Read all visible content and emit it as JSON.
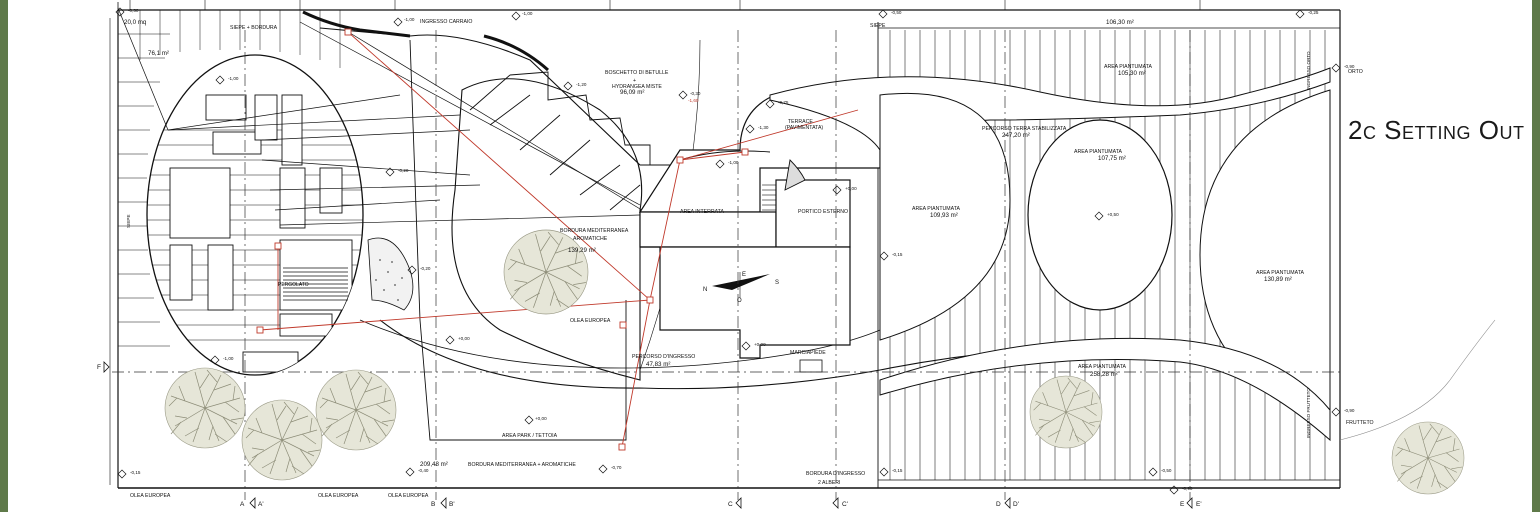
{
  "title": "2c Setting Out",
  "colors": {
    "frame": "#5f7a4a",
    "line": "#111111",
    "setout": "#c0392b",
    "tree": "#cfcfbc"
  },
  "labels": {
    "ingresso_carraio": "INGRESSO CARRAIO",
    "siepe_bordura": "SIEPE + BORDURA",
    "siepe_top": "SIEPE",
    "area_top_left": "76,1 m²",
    "corner_area": "20,0 mq",
    "boschetto_1": "BOSCHETTO DI BETULLE",
    "boschetto_2": "+",
    "boschetto_3": "HYDRANGEA MISTE",
    "boschetto_area": "96,09 m²",
    "terrace_1": "TERRACE",
    "terrace_2": "(PAVIMENTATA)",
    "area_interrata": "AREA INTERRATA",
    "portico": "PORTICO ESTERNO",
    "bordura_1": "BORDURA MEDITERRANEA",
    "bordura_2": "AROMATICHE",
    "bordura_area": "139,29 m²",
    "olea_mid": "OLEA EUROPEA",
    "percorso_ingresso": "PERCORSO D'INGRESSO",
    "percorso_area": "47,83 m²",
    "marciapiede": "MARCIAPIEDE",
    "area_park": "AREA PARK / TETTOIA",
    "bordura_bottom": "BORDURA MEDITERRANEA + AROMATICHE",
    "area_bottom_left": "209,48 m²",
    "bordura_ingresso": "BORDURA D'INGRESSO",
    "alberi": "2 ALBERI",
    "percorso_terra": "PERCORSO TERRA STABILIZZATA",
    "percorso_terra_area": "247,20 m²",
    "area_top_right": "106,30 m²",
    "ap_top": "AREA PIANTUMATA",
    "ap_top_area": "105,30 m²",
    "ap_center": "AREA PIANTUMATA",
    "ap_center_area": "107,75 m²",
    "ap_left": "AREA PIANTUMATA",
    "ap_left_area": "109,93 m²",
    "ap_right": "AREA PIANTUMATA",
    "ap_right_area": "130,89 m²",
    "ap_bottom": "AREA PIANTUMATA",
    "ap_bottom_area": "258,28 m²",
    "orto": "ORTO",
    "frutteto": "FRUTTETO",
    "ingresso_orto": "INGRESSO ORTO",
    "ingresso_frutteto": "INGRESSO FRUTTETO",
    "pergolato": "PERGOLATO",
    "siepe_v": "SIEPE",
    "olea_1": "OLEA EUROPEA",
    "olea_2": "OLEA EUROPEA",
    "olea_3": "OLEA EUROPEA"
  },
  "section_marks": [
    "A",
    "A'",
    "B",
    "B'",
    "C",
    "C'",
    "D",
    "D'",
    "E",
    "E'",
    "F"
  ],
  "compass": [
    "N",
    "E",
    "S",
    "O"
  ],
  "levels": {
    "l1": "-1,00",
    "l2": "-1,00",
    "l3": "-0,30",
    "l4": "-1,60",
    "l5": "-0,75",
    "l6": "-1,30",
    "l7": "-1,00",
    "l8": "+0,00",
    "l9": "-0,20",
    "l10": "+0,00",
    "l11": "+0,50",
    "l12": "+0,00",
    "l13": "-0,70",
    "l14": "-0,15",
    "l15": "-0,40",
    "l16": "-0,15",
    "l17": "-0,50",
    "l18": "-0,15",
    "l19": "-0,50",
    "l20": "-0,25",
    "l21": "-0,90",
    "l22": "-0,90",
    "l23": "-1,20",
    "l24": "-1,00",
    "l25": "+0,00",
    "l26": "-0,20",
    "l27": "-1,00",
    "l28": "-0,50",
    "l29": "-0,90"
  }
}
